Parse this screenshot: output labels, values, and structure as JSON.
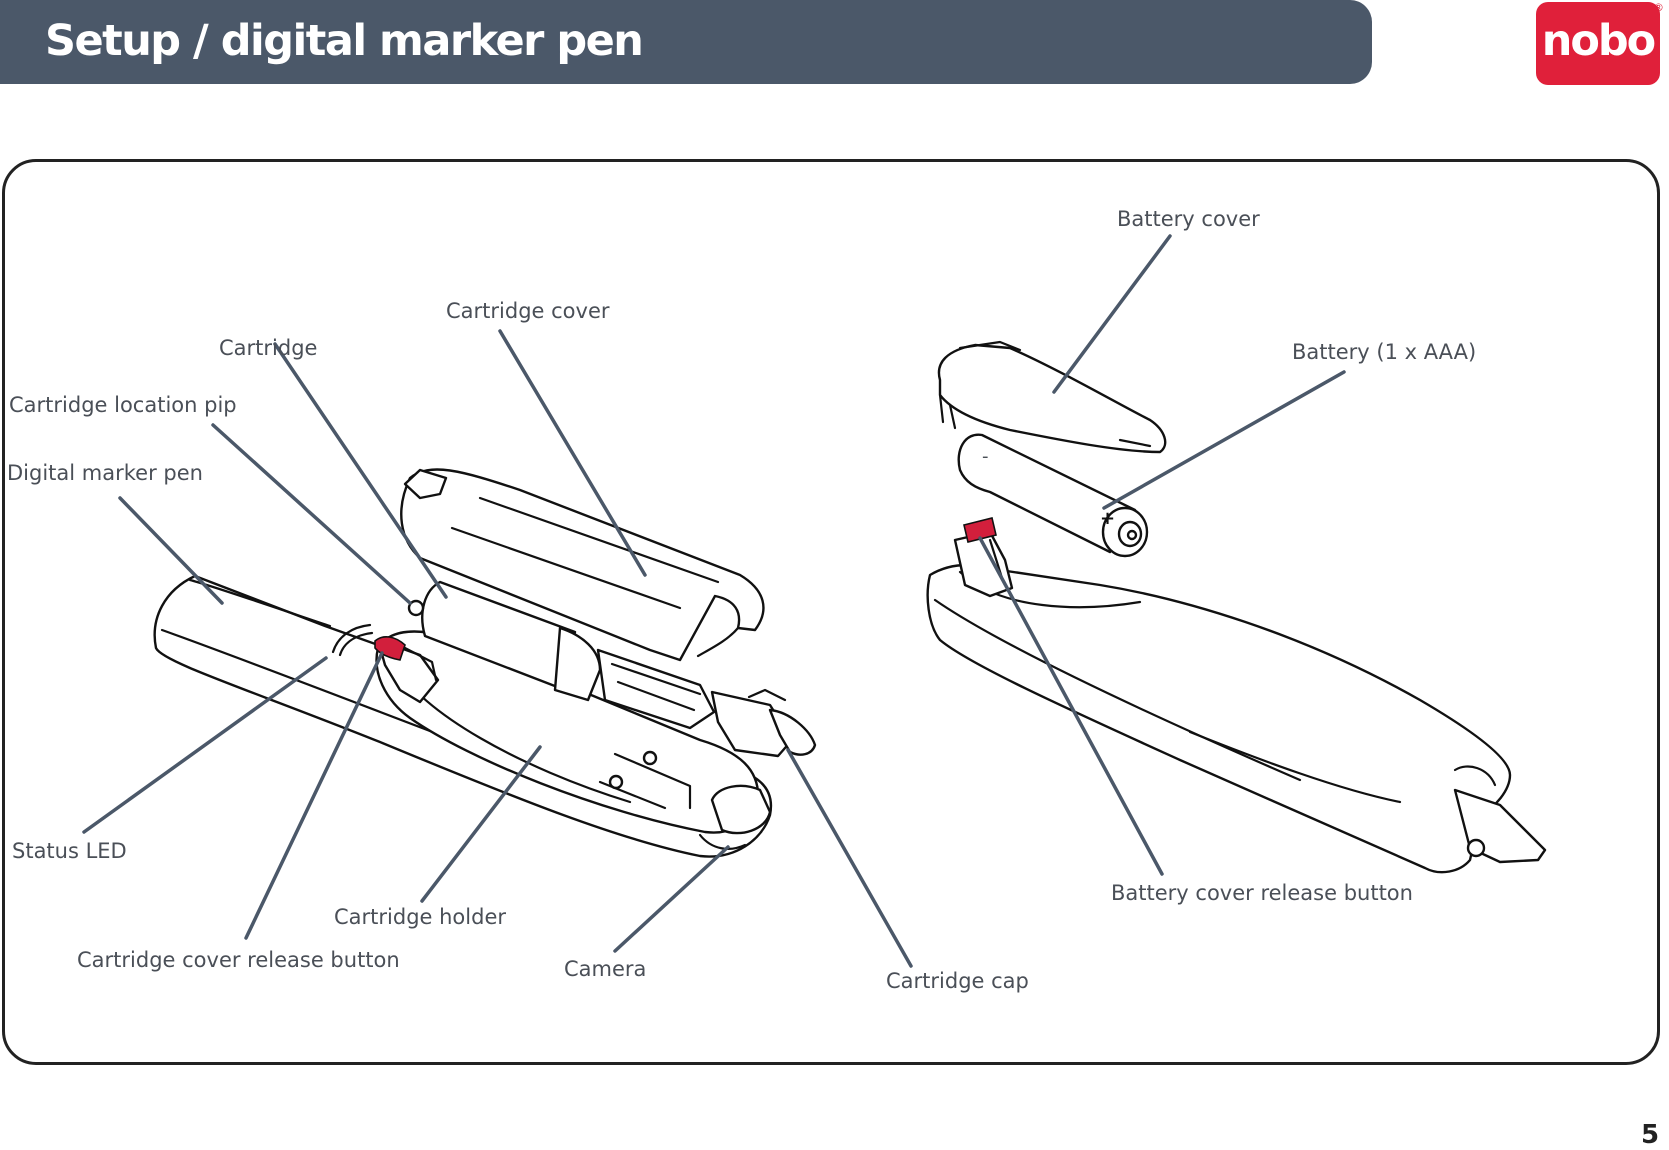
{
  "header": {
    "title": "Setup / digital marker pen"
  },
  "brand": {
    "logo_text": "nobo",
    "registered_mark": "®"
  },
  "diagram": {
    "callouts": {
      "battery_cover": "Battery cover",
      "battery": "Battery (1 x AAA)",
      "cartridge_cover": "Cartridge cover",
      "cartridge": "Cartridge",
      "cartridge_location_pip": "Cartridge location pip",
      "digital_marker_pen": "Digital marker pen",
      "status_led": "Status LED",
      "cartridge_holder": "Cartridge holder",
      "cartridge_cover_release_button": "Cartridge cover release button",
      "camera": "Camera",
      "cartridge_cap": "Cartridge cap",
      "battery_cover_release_button": "Battery cover release button"
    },
    "battery_polarity": {
      "minus": "-",
      "plus": "+"
    },
    "colors": {
      "leader": "#4b5869",
      "release_button": "#d21f3c",
      "brand": "#e0203a"
    }
  },
  "footer": {
    "page_number": "5"
  }
}
